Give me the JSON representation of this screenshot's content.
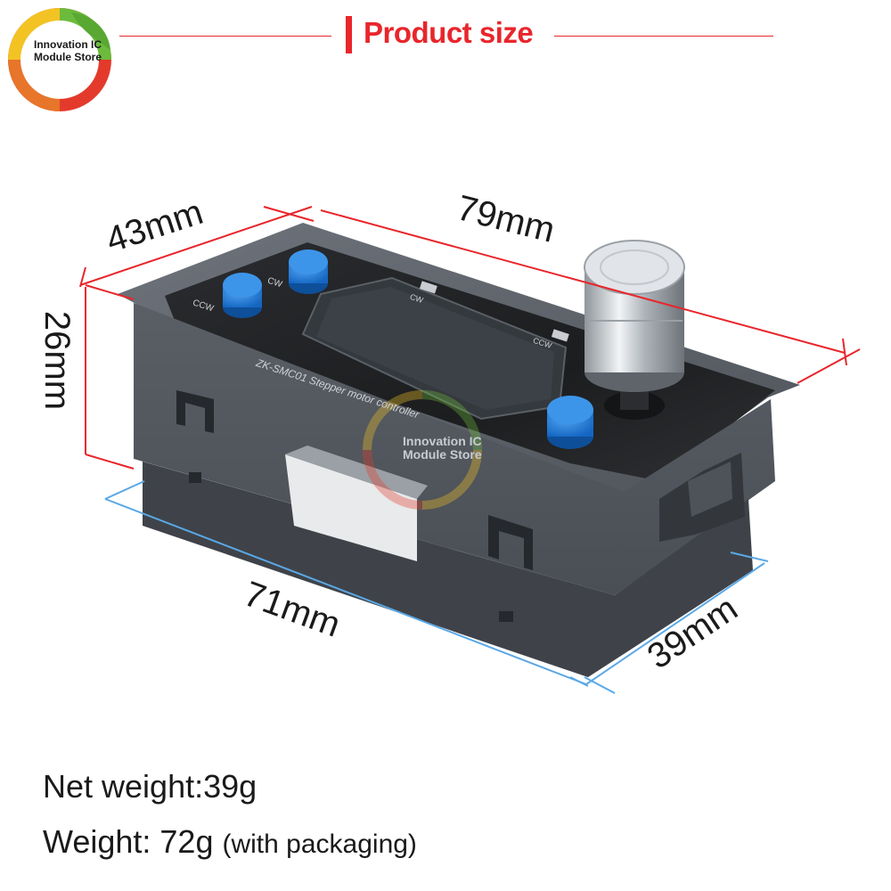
{
  "header": {
    "title": "Product size",
    "accent_color": "#e8262b"
  },
  "logo": {
    "line1": "Innovation IC",
    "line2": "Module Store",
    "icon": "leaf-logo-icon"
  },
  "watermark": {
    "line1": "Innovation IC",
    "line2": "Module Store"
  },
  "dimensions": {
    "depth_top": "43mm",
    "length_top": "79mm",
    "height": "26mm",
    "length_bottom": "71mm",
    "depth_bottom": "39mm",
    "red_line_color": "#e8262b",
    "blue_line_color": "#5aa8e6"
  },
  "device": {
    "label_cw_left": "CW",
    "label_ccw_left": "CCW",
    "label_cw_screen": "CW",
    "label_ccw_screen": "CCW",
    "model_text": "ZK-SMC01  Stepper motor controller",
    "button_color": "#1e7fd8"
  },
  "weights": {
    "net": "Net weight:39g",
    "gross": "Weight: 72g",
    "gross_note": "(with packaging)"
  }
}
